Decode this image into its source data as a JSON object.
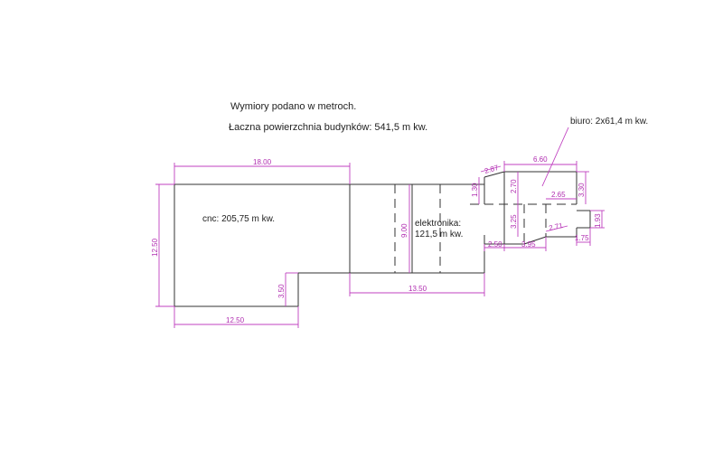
{
  "notes": {
    "units_note": "Wymiory podano w metroch.",
    "total_area": "Łaczna powierzchnia budynków: 541,5 m kw."
  },
  "rooms": {
    "cnc": "cnc: 205,75 m kw.",
    "electronics_line1": "elektronika:",
    "electronics_line2": "121,5 m kw.",
    "office": "biuro: 2x61,4 m kw."
  },
  "dimensions": {
    "d_18_00": "18.00",
    "d_12_50_left": "12.50",
    "d_12_50_bottom": "12.50",
    "d_3_50": "3.50",
    "d_13_50": "13.50",
    "d_9_00": "9.00",
    "d_2_87": "2.87",
    "d_1_30": "1.30",
    "d_2_70": "2.70",
    "d_6_60": "6.60",
    "d_3_30": "3.30",
    "d_2_65": "2.65",
    "d_3_25": "3.25",
    "d_2_71": "2.71",
    "d_1_93": "1.93",
    "d_2_50": "2.50",
    "d_3_95": "3.95",
    "d_1_75": "1.75"
  },
  "colors": {
    "dimension": "#c040c0",
    "wall": "#333333"
  }
}
